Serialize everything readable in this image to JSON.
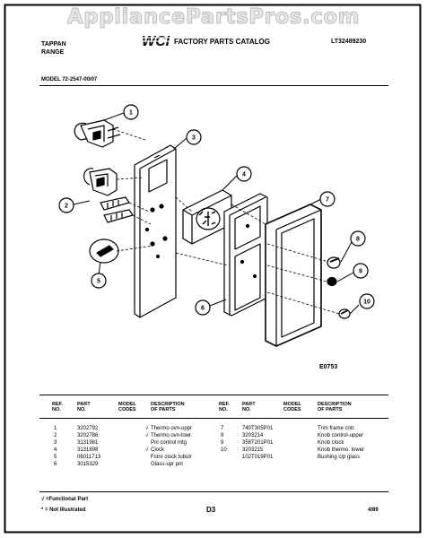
{
  "watermark": "AppliancePartsPros.com",
  "header": {
    "brand_line1": "TAPPAN",
    "brand_line2": "RANGE",
    "logo_text": "WCI",
    "catalog_title": "FACTORY PARTS CATALOG",
    "catalog_number": "LT32489230",
    "model_line": "MODEL 72-2547-00/07"
  },
  "diagram": {
    "callouts": [
      "1",
      "2",
      "3",
      "4",
      "5",
      "6",
      "7",
      "8",
      "9",
      "10"
    ],
    "figure_id": "E0753"
  },
  "table": {
    "headers": {
      "ref_no": [
        "REF.",
        "NO."
      ],
      "part_no": [
        "PART",
        "NO."
      ],
      "model_codes": [
        "MODEL",
        "CODES"
      ],
      "description": [
        "DESCRIPTION",
        "OF PARTS"
      ]
    },
    "left_rows": [
      {
        "ref": "1",
        "part": "3202792",
        "mark": "√",
        "desc": "Thermo ovn-uppr"
      },
      {
        "ref": "2",
        "part": "3202786",
        "mark": "√",
        "desc": "Thermo ovn-lowr"
      },
      {
        "ref": "3",
        "part": "3131981",
        "mark": "",
        "desc": "Pnl control mtg"
      },
      {
        "ref": "4",
        "part": "3131898",
        "mark": "√",
        "desc": "Clock"
      },
      {
        "ref": "5",
        "part": "06011713",
        "mark": "",
        "desc": "Fstnr clock tubulr"
      },
      {
        "ref": "6",
        "part": "3015329",
        "mark": "",
        "desc": "Glass-upr pnl"
      }
    ],
    "right_rows": [
      {
        "ref": "7",
        "part": "740T305P01",
        "mark": "",
        "desc": "Trim frame cntr."
      },
      {
        "ref": "8",
        "part": "3203214",
        "mark": "",
        "desc": "Knob control-upper"
      },
      {
        "ref": "9",
        "part": "358T201P01",
        "mark": "",
        "desc": "Knob clock"
      },
      {
        "ref": "10",
        "part": "3203215",
        "mark": "",
        "desc": "Knob thermo. lower"
      },
      {
        "ref": "",
        "part": "102T019P01",
        "mark": "",
        "desc": "Bushing c/p glass"
      }
    ]
  },
  "footer": {
    "legend1": "√ =Functional Part",
    "legend2": "* = Not Illustrated",
    "page_code": "D3",
    "date": "4/89"
  }
}
